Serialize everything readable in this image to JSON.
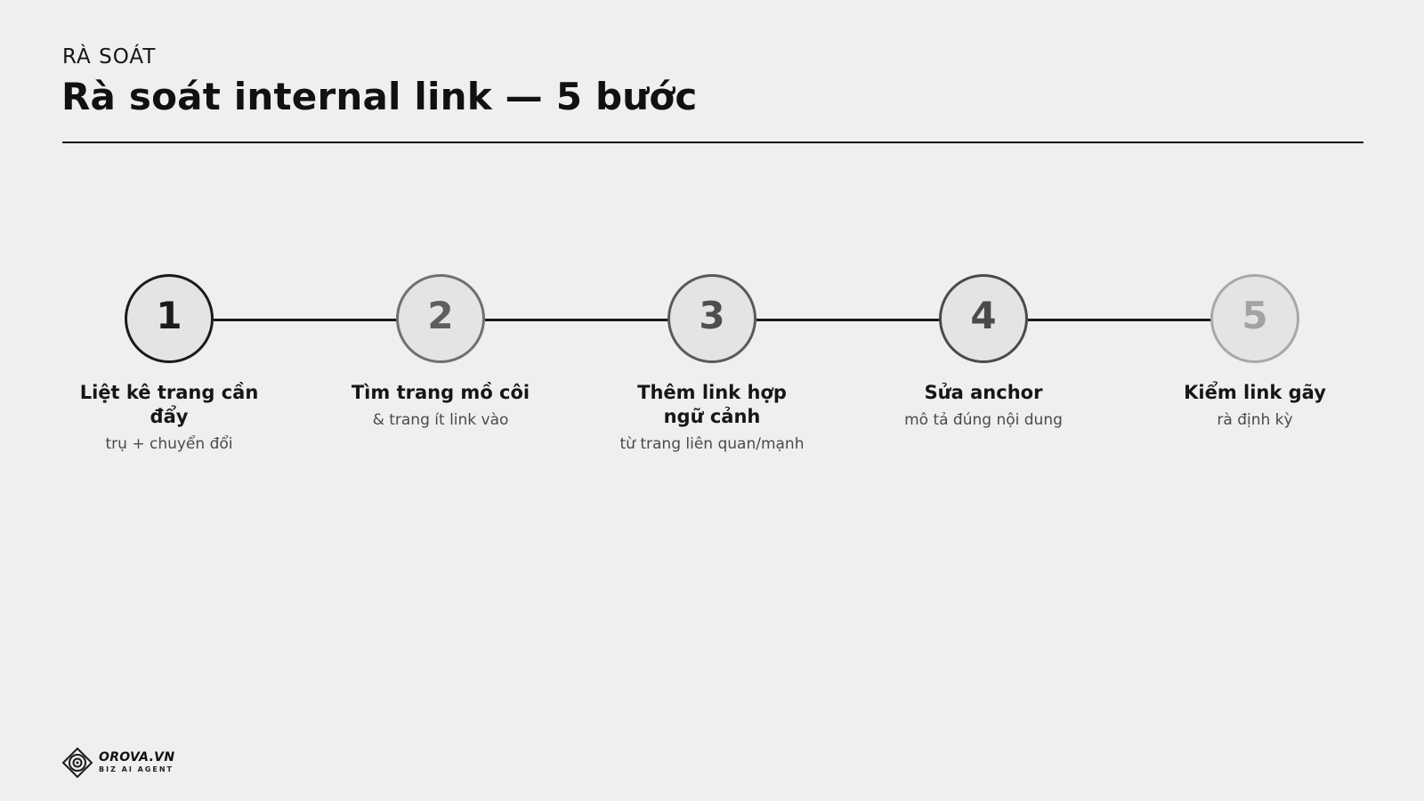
{
  "header": {
    "eyebrow": "RÀ SOÁT",
    "title": "Rà soát internal link — 5 bước"
  },
  "steps": [
    {
      "number": "1",
      "title": "Liệt kê trang cần đẩy",
      "subtitle": "trụ + chuyển đổi",
      "circle_color": "#1a1a1a",
      "number_color": "#1a1a1a"
    },
    {
      "number": "2",
      "title": "Tìm trang mồ côi",
      "subtitle": "& trang ít link vào",
      "circle_color": "#707070",
      "number_color": "#5e5e5e"
    },
    {
      "number": "3",
      "title": "Thêm link hợp ngữ cảnh",
      "subtitle": "từ trang liên quan/mạnh",
      "circle_color": "#5a5a5a",
      "number_color": "#4e4e4e"
    },
    {
      "number": "4",
      "title": "Sửa anchor",
      "subtitle": "mô tả đúng nội dung",
      "circle_color": "#4a4a4a",
      "number_color": "#4a4a4a"
    },
    {
      "number": "5",
      "title": "Kiểm link gãy",
      "subtitle": "rà định kỳ",
      "circle_color": "#a8a8a8",
      "number_color": "#a3a3a3"
    }
  ],
  "brand": {
    "name": "OROVA.VN",
    "tagline": "BIZ AI AGENT",
    "icon": "orova-logo-icon"
  }
}
